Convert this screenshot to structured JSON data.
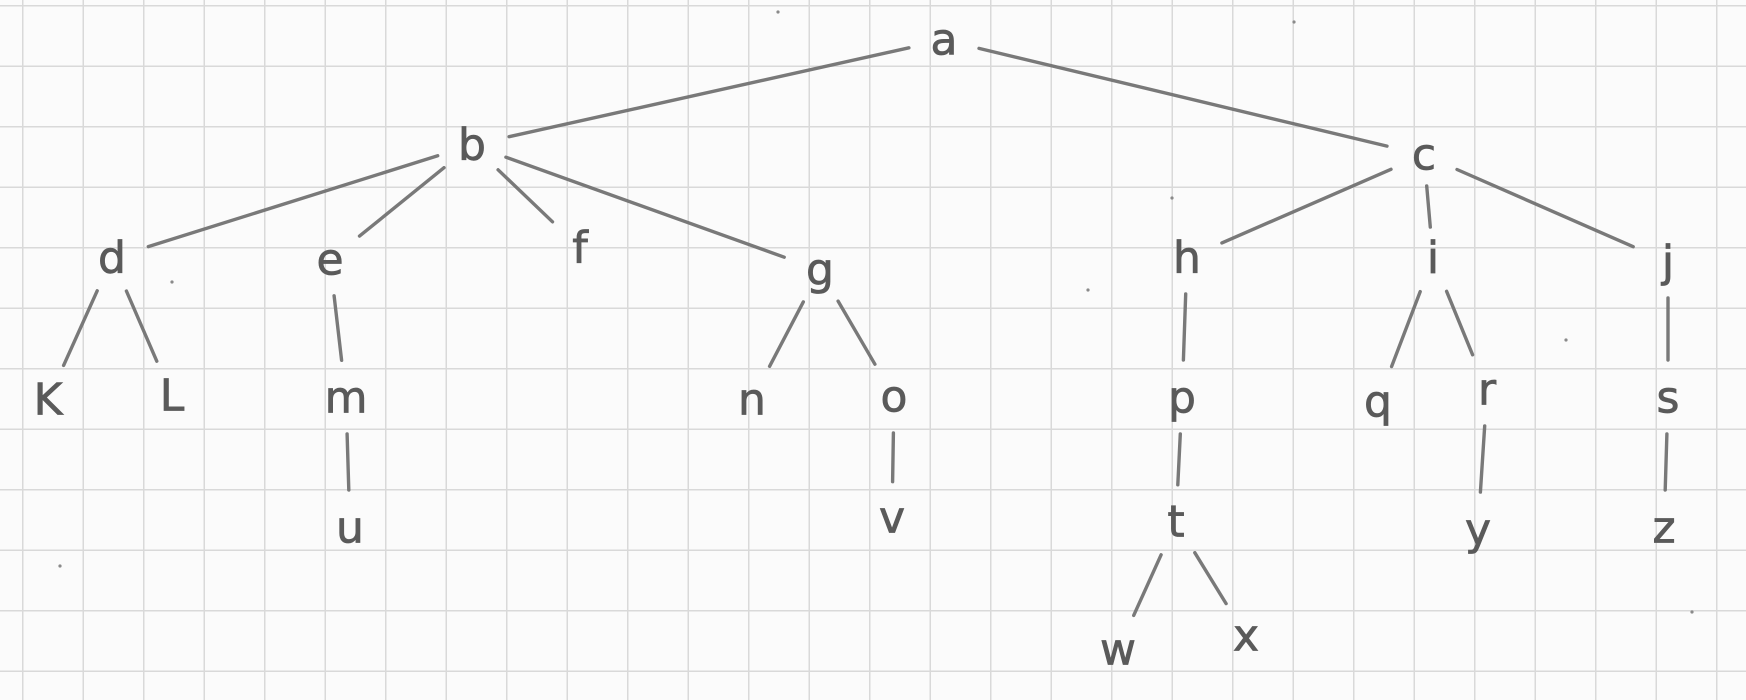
{
  "tree": {
    "nodes": [
      {
        "id": "a",
        "label": "a"
      },
      {
        "id": "b",
        "label": "b"
      },
      {
        "id": "c",
        "label": "c"
      },
      {
        "id": "d",
        "label": "d"
      },
      {
        "id": "e",
        "label": "e"
      },
      {
        "id": "f",
        "label": "f"
      },
      {
        "id": "g",
        "label": "g"
      },
      {
        "id": "h",
        "label": "h"
      },
      {
        "id": "i",
        "label": "i"
      },
      {
        "id": "j",
        "label": "j"
      },
      {
        "id": "k",
        "label": "K"
      },
      {
        "id": "l",
        "label": "L"
      },
      {
        "id": "m",
        "label": "m"
      },
      {
        "id": "n",
        "label": "n"
      },
      {
        "id": "o",
        "label": "o"
      },
      {
        "id": "p",
        "label": "p"
      },
      {
        "id": "q",
        "label": "q"
      },
      {
        "id": "r",
        "label": "r"
      },
      {
        "id": "s",
        "label": "s"
      },
      {
        "id": "t",
        "label": "t"
      },
      {
        "id": "u",
        "label": "u"
      },
      {
        "id": "v",
        "label": "v"
      },
      {
        "id": "w",
        "label": "w"
      },
      {
        "id": "x",
        "label": "x"
      },
      {
        "id": "y",
        "label": "y"
      },
      {
        "id": "z",
        "label": "z"
      }
    ],
    "edges": [
      [
        "a",
        "b"
      ],
      [
        "a",
        "c"
      ],
      [
        "b",
        "d"
      ],
      [
        "b",
        "e"
      ],
      [
        "b",
        "f"
      ],
      [
        "b",
        "g"
      ],
      [
        "c",
        "h"
      ],
      [
        "c",
        "i"
      ],
      [
        "c",
        "j"
      ],
      [
        "d",
        "k"
      ],
      [
        "d",
        "l"
      ],
      [
        "e",
        "m"
      ],
      [
        "m",
        "u"
      ],
      [
        "g",
        "n"
      ],
      [
        "g",
        "o"
      ],
      [
        "o",
        "v"
      ],
      [
        "h",
        "p"
      ],
      [
        "p",
        "t"
      ],
      [
        "t",
        "w"
      ],
      [
        "t",
        "x"
      ],
      [
        "i",
        "q"
      ],
      [
        "i",
        "r"
      ],
      [
        "r",
        "y"
      ],
      [
        "j",
        "s"
      ],
      [
        "s",
        "z"
      ]
    ]
  },
  "colors": {
    "ink": "#5a5a5a",
    "grid": "#d9d9d9",
    "paper": "#fbfbfb"
  }
}
